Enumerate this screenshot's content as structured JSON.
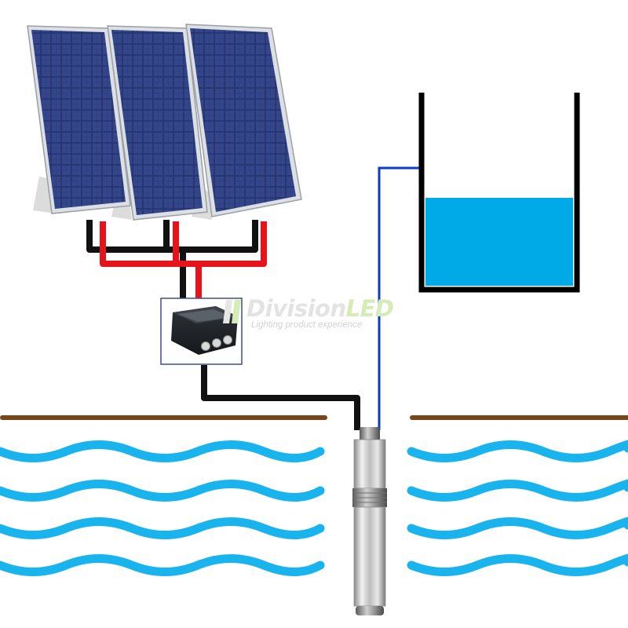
{
  "watermark": {
    "brand_main": "Division",
    "brand_accent": "LED",
    "tagline": "Lighting product experience"
  },
  "components": {
    "solar_panels": {
      "count": 3
    },
    "controller": {
      "icon": "controller-box-icon"
    },
    "pump": {
      "icon": "submersible-pump-icon"
    },
    "tank": {
      "icon": "water-tank-icon"
    },
    "well": {
      "wave_rows": 4
    }
  },
  "colors": {
    "positive_wire": "#e8121b",
    "negative_wire": "#111111",
    "pipe": "#0a3cc8",
    "tank_water": "#00aae6",
    "well_water": "#19b4ee",
    "ground": "#7a4518",
    "panel_cell": "#2a3a78"
  }
}
